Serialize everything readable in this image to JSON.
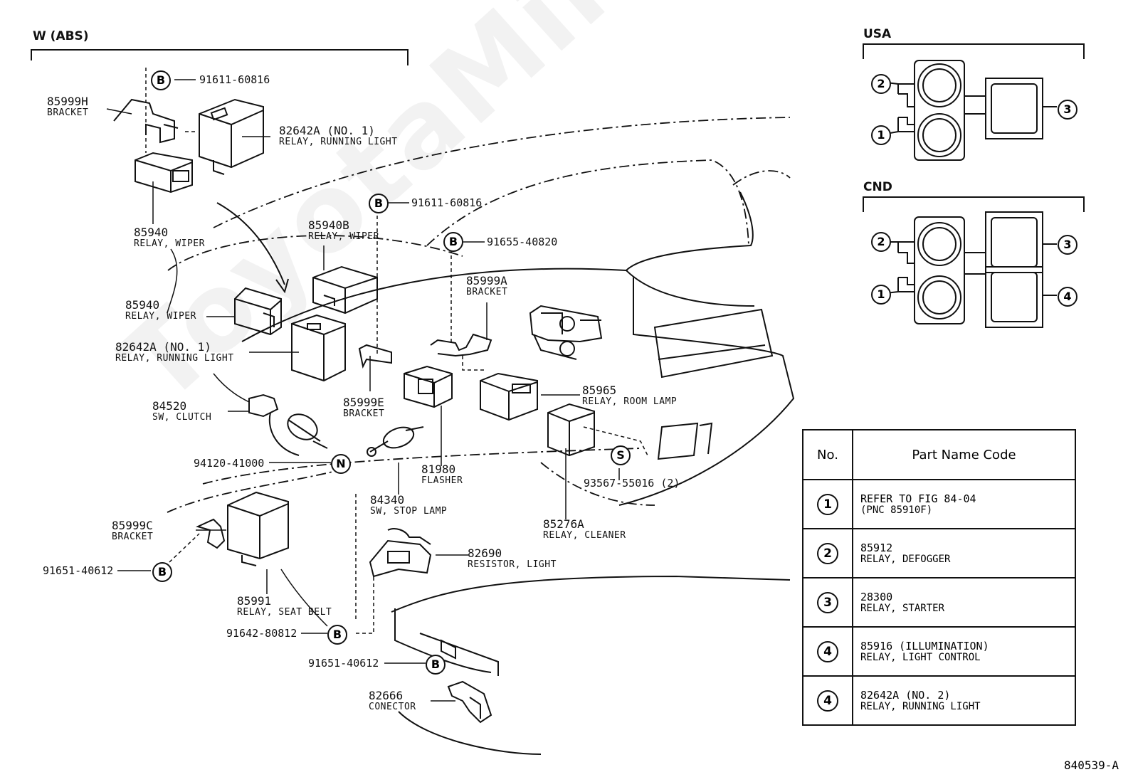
{
  "watermark": "ToyotaMine.ru",
  "sections": {
    "w_abs": "W (ABS)",
    "usa": "USA",
    "cnd": "CND"
  },
  "callouts": {
    "b_top": "91611-60816",
    "b_mid": "91611-60816",
    "b_right": "91655-40820",
    "n_code": "94120-41000",
    "s_code": "93567-55016 (2)",
    "b_left": "91651-40612",
    "b_bottom": "91642-80812",
    "b_lower": "91651-40612"
  },
  "parts": [
    {
      "code": "85999H",
      "name": "BRACKET"
    },
    {
      "code": "82642A (NO. 1)",
      "name": "RELAY, RUNNING LIGHT"
    },
    {
      "code": "85940",
      "name": "RELAY, WIPER"
    },
    {
      "code": "85940B",
      "name": "RELAY, WIPER"
    },
    {
      "code": "85940",
      "name": "RELAY, WIPER"
    },
    {
      "code": "82642A (NO. 1)",
      "name": "RELAY, RUNNING LIGHT"
    },
    {
      "code": "85999A",
      "name": "BRACKET"
    },
    {
      "code": "85999E",
      "name": "BRACKET"
    },
    {
      "code": "84520",
      "name": "SW, CLUTCH"
    },
    {
      "code": "85965",
      "name": "RELAY, ROOM LAMP"
    },
    {
      "code": "81980",
      "name": "FLASHER"
    },
    {
      "code": "84340",
      "name": "SW, STOP LAMP"
    },
    {
      "code": "85276A",
      "name": "RELAY, CLEANER"
    },
    {
      "code": "85999C",
      "name": "BRACKET"
    },
    {
      "code": "82690",
      "name": "RESISTOR, LIGHT"
    },
    {
      "code": "85991",
      "name": "RELAY, SEAT BELT"
    },
    {
      "code": "82666",
      "name": "CONECTOR"
    }
  ],
  "letters": {
    "b": "B",
    "n": "N",
    "s": "S"
  },
  "table": {
    "headers": [
      "No.",
      "Part Name Code"
    ],
    "rows": [
      {
        "no": "1",
        "line1": "REFER TO FIG 84-04",
        "line2": "(PNC 85910F)"
      },
      {
        "no": "2",
        "line1": "85912",
        "line2": "RELAY, DEFOGGER"
      },
      {
        "no": "3",
        "line1": "28300",
        "line2": "RELAY, STARTER"
      },
      {
        "no": "4",
        "line1": "85916 (ILLUMINATION)",
        "line2": "RELAY, LIGHT CONTROL"
      },
      {
        "no": "4",
        "line1": "82642A (NO. 2)",
        "line2": "RELAY, RUNNING LIGHT"
      }
    ]
  },
  "usa_marks": [
    "2",
    "1",
    "3"
  ],
  "cnd_marks": [
    "2",
    "1",
    "3",
    "4"
  ],
  "figure_ref": "840539-A"
}
